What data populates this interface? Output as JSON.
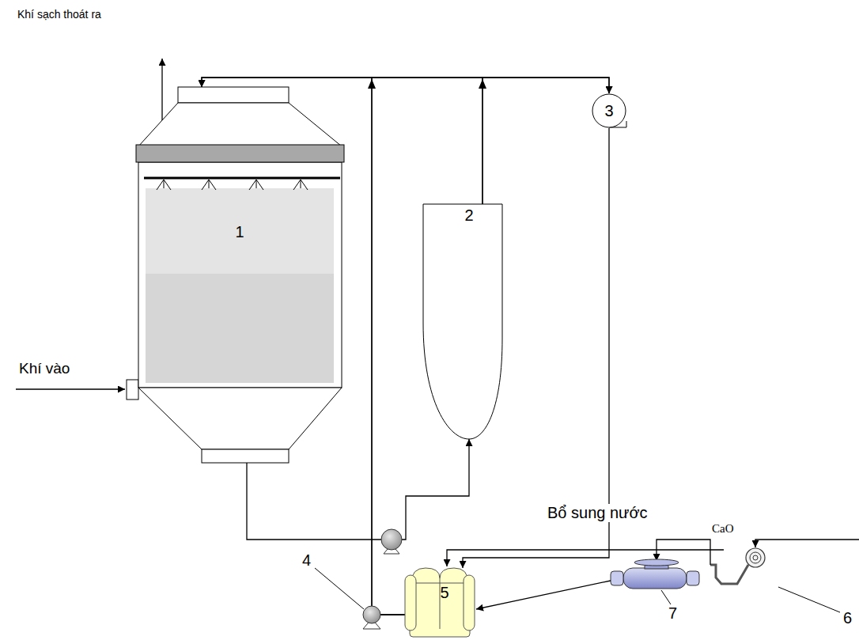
{
  "diagram": {
    "nodes": [
      {
        "text": [
          "1"
        ]
      },
      {
        "text": [
          "2"
        ]
      },
      {
        "text": [
          "3"
        ]
      },
      {
        "text": [
          "5"
        ]
      }
    ],
    "edges": [
      {
        "from": 3,
        "to": 0,
        "arrow": "to"
      },
      {
        "from": 3,
        "to": 2,
        "arrow": "to"
      },
      {
        "from": 1,
        "to": 0,
        "arrow": "to"
      },
      {
        "from": 1,
        "to": 2,
        "arrow": "to"
      },
      {
        "from": 2,
        "to": 3,
        "arrow": "to"
      },
      {
        "from": 0,
        "to": 1,
        "arrow": "to"
      }
    ],
    "labels": [
      "Khí sạch thoát ra",
      "Khí vào",
      "Bổ sung nước",
      "CaO",
      "4",
      "7",
      "6"
    ]
  }
}
